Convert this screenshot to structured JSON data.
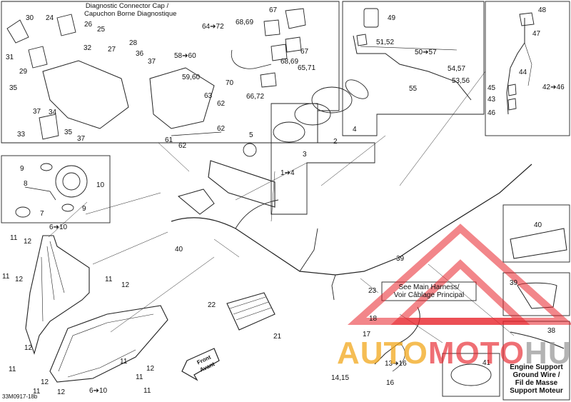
{
  "diagram": {
    "header_note": [
      "Diagnostic Connector Cap /",
      "Capuchon Borne Diagnostique"
    ],
    "callouts": {
      "c30": "30",
      "c24": "24",
      "c26": "26",
      "c25": "25",
      "c31": "31",
      "c32": "32",
      "c27": "27",
      "c28": "28",
      "c36": "36",
      "c37a": "37",
      "c29": "29",
      "c35a": "35",
      "c37b": "37",
      "c34": "34",
      "c33": "33",
      "c35b": "35",
      "c37c": "37",
      "c58_60": "58➔60",
      "c59_60": "59,60",
      "c63": "63",
      "c62a": "62",
      "c62b": "62",
      "c61": "61",
      "c62c": "62",
      "c64_72": "64➔72",
      "c68_69a": "68,69",
      "c67a": "67",
      "c68_69b": "68,69",
      "c67b": "67",
      "c65_71": "65,71",
      "c70": "70",
      "c66_72": "66,72",
      "c49": "49",
      "c51_52": "51,52",
      "c50_57": "50➔57",
      "c54_57": "54,57",
      "c53_56": "53,56",
      "c55": "55",
      "c48": "48",
      "c47": "47",
      "c44": "44",
      "c42_46": "42➔46",
      "c45": "45",
      "c43": "43",
      "c46": "46",
      "c5": "5",
      "c2": "2",
      "c3": "3",
      "c4": "4",
      "c1_4": "1➔4",
      "c9a": "9",
      "c10": "10",
      "c8": "8",
      "c7": "7",
      "c9b": "9",
      "c6_10a": "6➔10",
      "c11a": "11",
      "c12a": "12",
      "c40a": "40",
      "c11b": "11",
      "c12b": "12",
      "c11c": "11",
      "c12c": "12",
      "c22": "22",
      "c21": "21",
      "c39a": "39",
      "c23": "23",
      "c40b": "40",
      "c39b": "39",
      "c38": "38",
      "c41": "41",
      "c18": "18",
      "c17": "17",
      "c13_16": "13➔16",
      "c14_15": "14,15",
      "c16": "16",
      "c12d": "12",
      "c11d": "11",
      "c11e": "11",
      "c12e": "12",
      "c11f": "11",
      "c12f": "12",
      "c6_10b": "6➔10",
      "c11g": "11",
      "c12g": "12",
      "c11h": "11"
    },
    "main_harness_note": [
      "See Main Harness/",
      "Voir Câblage Principal"
    ],
    "front_label": [
      "Front",
      "Avant"
    ],
    "ground_note": [
      "Engine Support",
      "Ground Wire /",
      "Fil de Masse",
      "Support Moteur"
    ],
    "figure_code": "33M0917-18b"
  },
  "watermark": {
    "text_1": "AUTO",
    "text_2": "MOTO",
    "text_3": "HUB",
    "colors": {
      "orange": "#f2a71b",
      "red": "#e8232a",
      "gray": "#9a9a9a"
    }
  }
}
